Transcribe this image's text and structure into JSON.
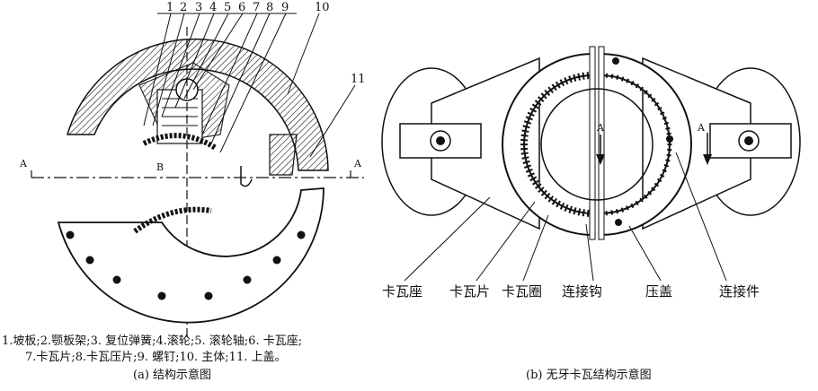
{
  "panel_a": {
    "callouts": [
      "1",
      "2",
      "3",
      "4",
      "5",
      "6",
      "7",
      "8",
      "9",
      "10",
      "11"
    ],
    "section_mark": "A",
    "point_b": "B",
    "legend_line1": "1.坡板;2.颚板架;3. 复位弹簧;4.滚轮;5. 滚轮轴;6. 卡瓦座;",
    "legend_line2": "7.卡瓦片;8.卡瓦压片;9. 螺钉;10. 主体;11. 上盖。",
    "caption": "(a)  结构示意图"
  },
  "panel_b": {
    "arrow_label": "A",
    "labels": {
      "kawazuo": "卡瓦座",
      "kawapian": "卡瓦片",
      "kawaquan": "卡瓦圈",
      "lianjiegou": "连接钩",
      "yagai": "压盖",
      "lianjiejian": "连接件"
    },
    "caption": "(b)  无牙卡瓦结构示意图"
  }
}
